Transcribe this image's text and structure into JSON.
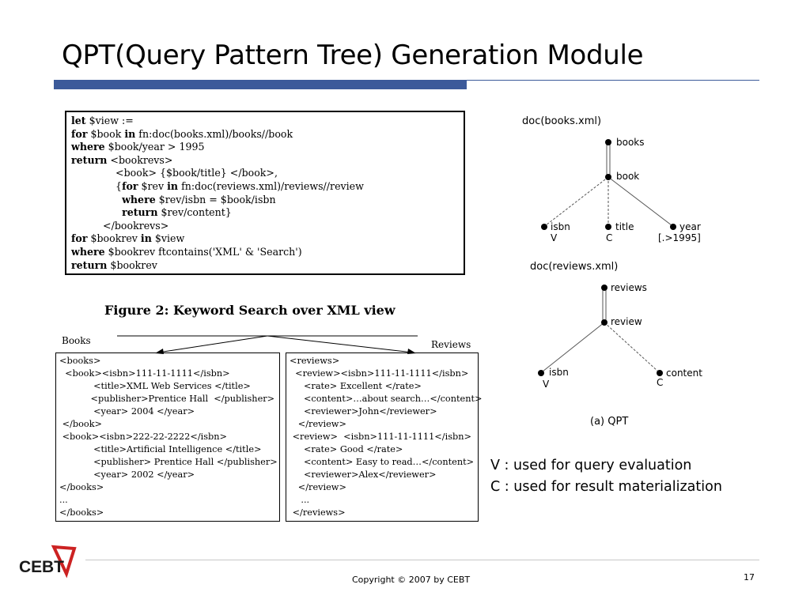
{
  "title": "QPT(Query Pattern Tree) Generation Module",
  "query": {
    "lines": [
      {
        "kw": "let",
        "rest": " $view :="
      },
      {
        "kw": "for",
        "rest": " $book ",
        "kw2": "in",
        "rest2": " fn:doc(books.xml)/books//book"
      },
      {
        "kw": "where",
        "rest": " $book/year > 1995"
      },
      {
        "kw": "return",
        "rest": " <bookrevs>"
      },
      {
        "indent": "              ",
        "rest": "<book> {$book/title} </book>,"
      },
      {
        "indent": "              ",
        "rest": "{",
        "kw": "for",
        "rest2": " $rev ",
        "kw2": "in",
        "rest3": " fn:doc(reviews.xml)/reviews//review"
      },
      {
        "indent": "                ",
        "kw": "where",
        "rest": " $rev/isbn = $book/isbn"
      },
      {
        "indent": "                ",
        "kw": "return",
        "rest": " $rev/content}"
      },
      {
        "indent": "          ",
        "rest": "</bookrevs>"
      },
      {
        "kw": "for",
        "rest": " $bookrev ",
        "kw2": "in",
        "rest2": " $view"
      },
      {
        "kw": "where",
        "rest": " $bookrev ftcontains('XML' & 'Search')"
      },
      {
        "kw": "return",
        "rest": " $bookrev"
      }
    ]
  },
  "figure_caption": "Figure 2:  Keyword Search over XML view",
  "books": {
    "label": "Books",
    "lines": [
      "<books>",
      "  <book><isbn>111-11-1111</isbn>",
      "            <title>XML Web Services </title>",
      "           <publisher>Prentice Hall  </publisher>",
      "            <year> 2004 </year>",
      " </book>",
      " <book><isbn>222-22-2222</isbn>",
      "            <title>Artificial Intelligence </title>",
      "            <publisher> Prentice Hall </publisher>",
      "            <year> 2002 </year>",
      "</books>",
      "...",
      "</books>"
    ]
  },
  "reviews": {
    "label": "Reviews",
    "lines": [
      "<reviews>",
      "  <review><isbn>111-11-1111</isbn>",
      "     <rate> Excellent </rate>",
      "     <content>…about search…</content>",
      "     <reviewer>John</reviewer>",
      "   </review>",
      " <review>  <isbn>111-11-1111</isbn>",
      "     <rate> Good </rate>",
      "     <content> Easy to read…</content>",
      "     <reviewer>Alex</reviewer>",
      "   </review>",
      "    ...",
      " </reviews>"
    ]
  },
  "qpt": {
    "doc1": "doc(books.xml)",
    "doc2": "doc(reviews.xml)",
    "books": "books",
    "book": "book",
    "isbn1": "isbn",
    "isbn1_mark": "V",
    "title": "title",
    "title_mark": "C",
    "year": "year",
    "year_cond": "[.>1995]",
    "reviews": "reviews",
    "review": "review",
    "isbn2": "isbn",
    "isbn2_mark": "V",
    "content": "content",
    "content_mark": "C",
    "caption": "(a) QPT"
  },
  "legend": {
    "line1": "V : used for query evaluation",
    "line2": "C : used for result materialization"
  },
  "footer": {
    "logo_text": "CEBT",
    "copyright": "Copyright © 2007 by CEBT",
    "page": "17"
  },
  "colors": {
    "title_bar": "#3c5a9a",
    "logo_red": "#cc2222"
  }
}
